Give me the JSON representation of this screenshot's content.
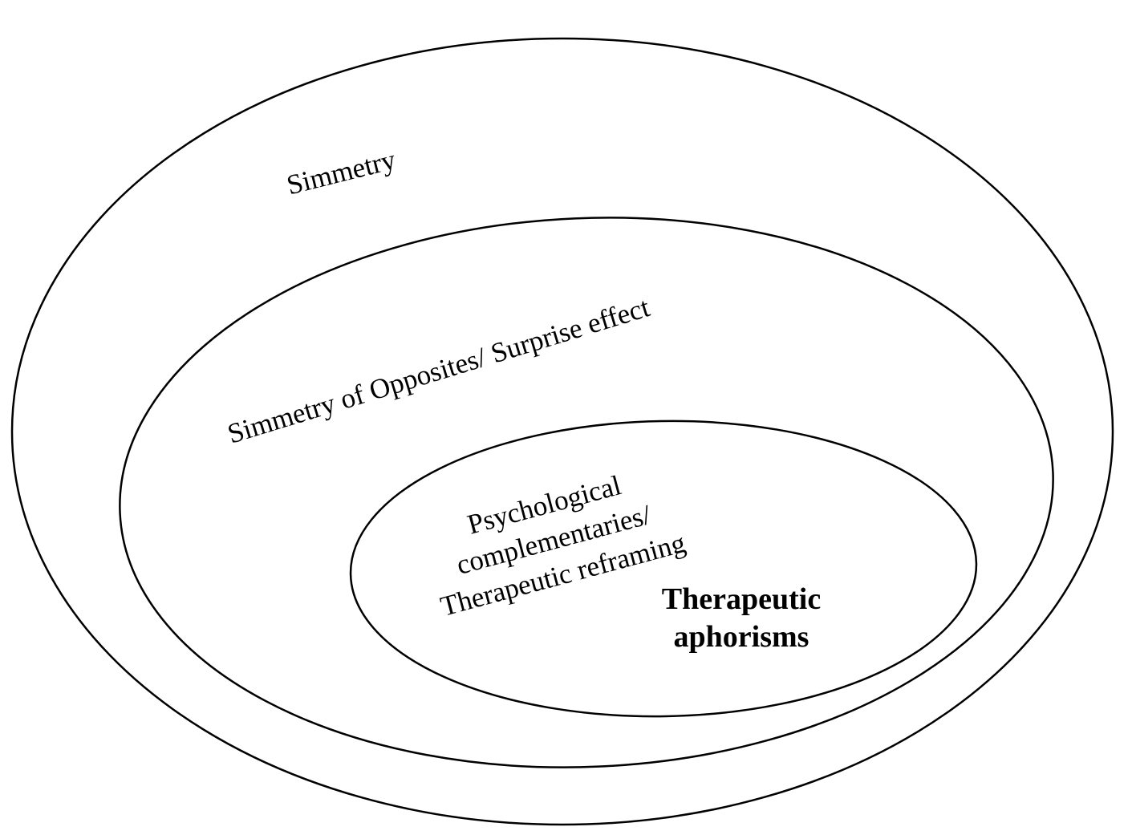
{
  "diagram": {
    "outer_label": "Simmetry",
    "middle_label": "Simmetry of Opposites/ Surprise effect",
    "inner_label_lines": [
      "Psychological",
      "complementaries/",
      "Therapeutic reframing"
    ],
    "core_label_lines": [
      "Therapeutic",
      "aphorisms"
    ],
    "stroke_color": "#000000",
    "background_color": "#ffffff"
  }
}
